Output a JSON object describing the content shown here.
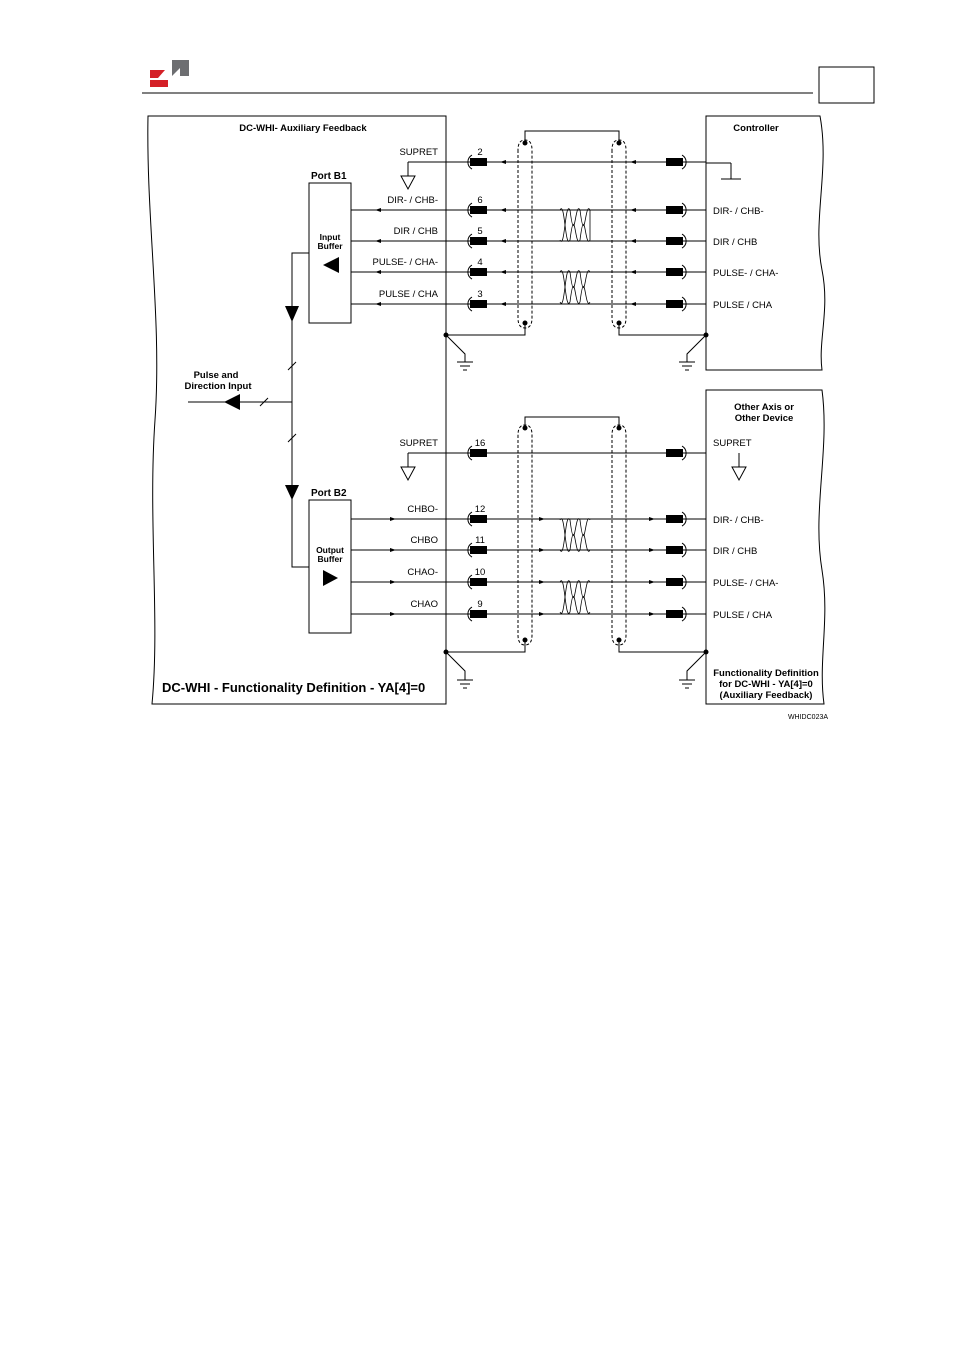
{
  "header": {
    "logo_colors": {
      "red": "#d42027",
      "gray": "#6d6e71"
    }
  },
  "left_block": {
    "title": "DC-WHI- Auxiliary Feedback",
    "port_b1": {
      "label": "Port B1",
      "buffer_line1": "Input",
      "buffer_line2": "Buffer"
    },
    "port_b2": {
      "label": "Port B2",
      "buffer_line1": "Output",
      "buffer_line2": "Buffer"
    },
    "pulse_dir_line1": "Pulse and",
    "pulse_dir_line2": "Direction Input",
    "bottom_title": "DC-WHI - Functionality Definition - YA[4]=0"
  },
  "upper_signals": [
    {
      "pin": "2",
      "left": "SUPRET",
      "right": ""
    },
    {
      "pin": "6",
      "left": "DIR- / CHB-",
      "right": "DIR- / CHB-"
    },
    {
      "pin": "5",
      "left": "DIR / CHB",
      "right": "DIR / CHB"
    },
    {
      "pin": "4",
      "left": "PULSE- / CHA-",
      "right": "PULSE- / CHA-"
    },
    {
      "pin": "3",
      "left": "PULSE / CHA",
      "right": "PULSE / CHA"
    }
  ],
  "lower_signals": [
    {
      "pin": "16",
      "left": "SUPRET",
      "right": "SUPRET"
    },
    {
      "pin": "12",
      "left": "CHBO-",
      "right": "DIR- / CHB-"
    },
    {
      "pin": "11",
      "left": "CHBO",
      "right": "DIR / CHB"
    },
    {
      "pin": "10",
      "left": "CHAO-",
      "right": "PULSE- / CHA-"
    },
    {
      "pin": "9",
      "left": "CHAO",
      "right": "PULSE / CHA"
    }
  ],
  "controller": {
    "title": "Controller"
  },
  "other_device": {
    "title_line1": "Other Axis or",
    "title_line2": "Other Device",
    "note_line1": "Functionality Definition",
    "note_line2": "for DC-WHI - YA[4]=0",
    "note_line3": "(Auxiliary Feedback)"
  },
  "figure_id": "WHIDC023A"
}
